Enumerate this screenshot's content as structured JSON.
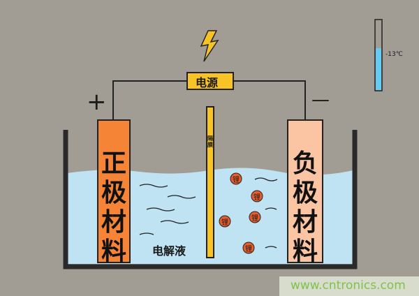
{
  "power_source": {
    "label": "电源",
    "icon": "lightning-bolt-icon"
  },
  "terminals": {
    "positive": "+",
    "negative": "—"
  },
  "positive_electrode": {
    "label": "正极材料",
    "color": "#f58437"
  },
  "negative_electrode": {
    "label": "负极材料",
    "color": "#fbc4a2"
  },
  "separator": {
    "label": "隔膜",
    "color": "#f7c325"
  },
  "electrolyte": {
    "label": "电解液",
    "color": "#bfe3f3"
  },
  "ions": {
    "label": "锂",
    "count": 5,
    "color": "#e85d2b"
  },
  "thermometer": {
    "reading": "-13℃",
    "level_percent": 60,
    "color": "#66ccef"
  },
  "watermark": "www.cntronics.com"
}
